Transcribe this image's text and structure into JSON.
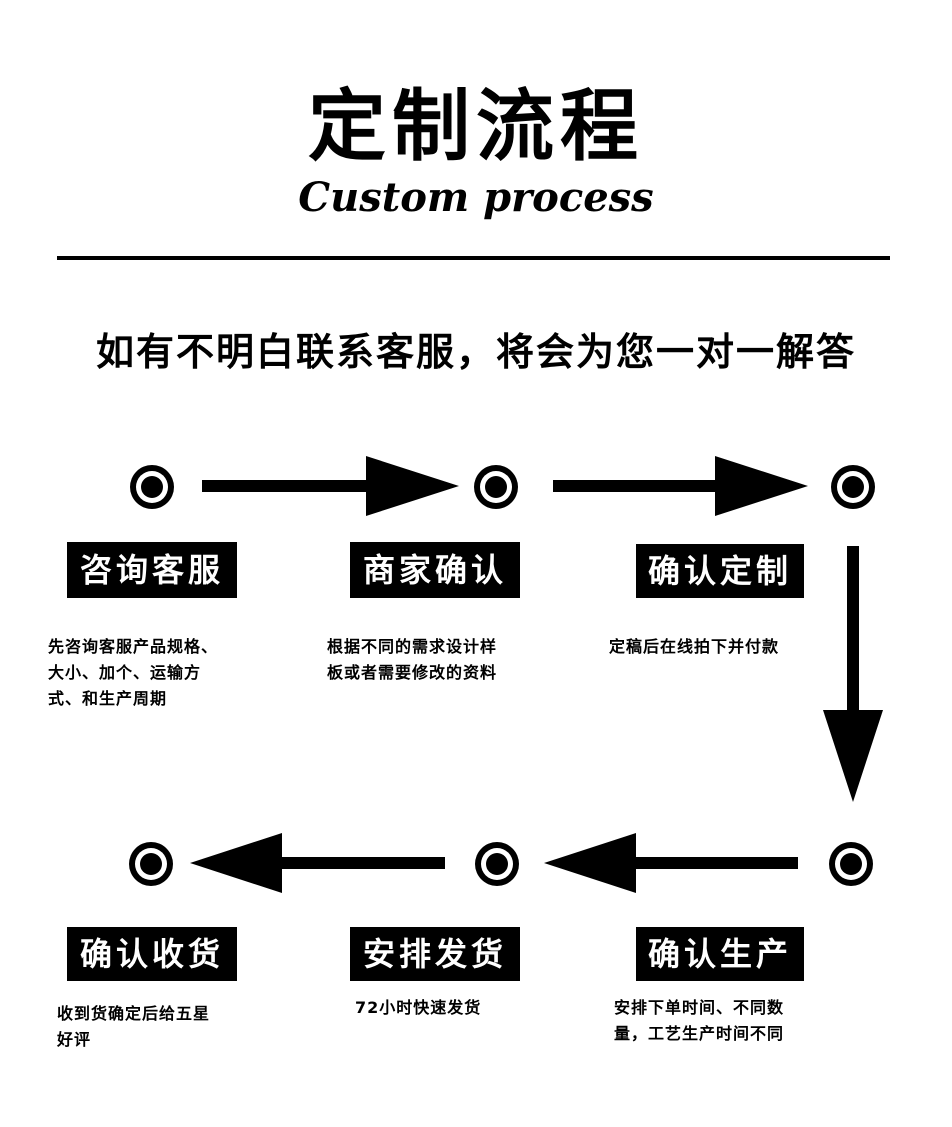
{
  "title": "定制流程",
  "subtitle": "Custom process",
  "notice": "如有不明白联系客服，将会为您一对一解答",
  "steps": [
    {
      "label": "咨询客服",
      "desc": [
        "先咨询客服产品规格、",
        "大小、加个、运输方",
        "式、和生产周期"
      ]
    },
    {
      "label": "商家确认",
      "desc": [
        "根据不同的需求设计样",
        "板或者需要修改的资料"
      ]
    },
    {
      "label": "确认定制",
      "desc": [
        "定稿后在线拍下并付款"
      ]
    },
    {
      "label": "确认生产",
      "desc": [
        "安排下单时间、不同数",
        "量，工艺生产时间不同"
      ]
    },
    {
      "label": "安排发货",
      "desc": [
        "72小时快速发货"
      ]
    },
    {
      "label": "确认收货",
      "desc": [
        "收到货确定后给五星",
        "好评"
      ]
    }
  ],
  "colors": {
    "ink": "#000000",
    "paper": "#ffffff"
  }
}
